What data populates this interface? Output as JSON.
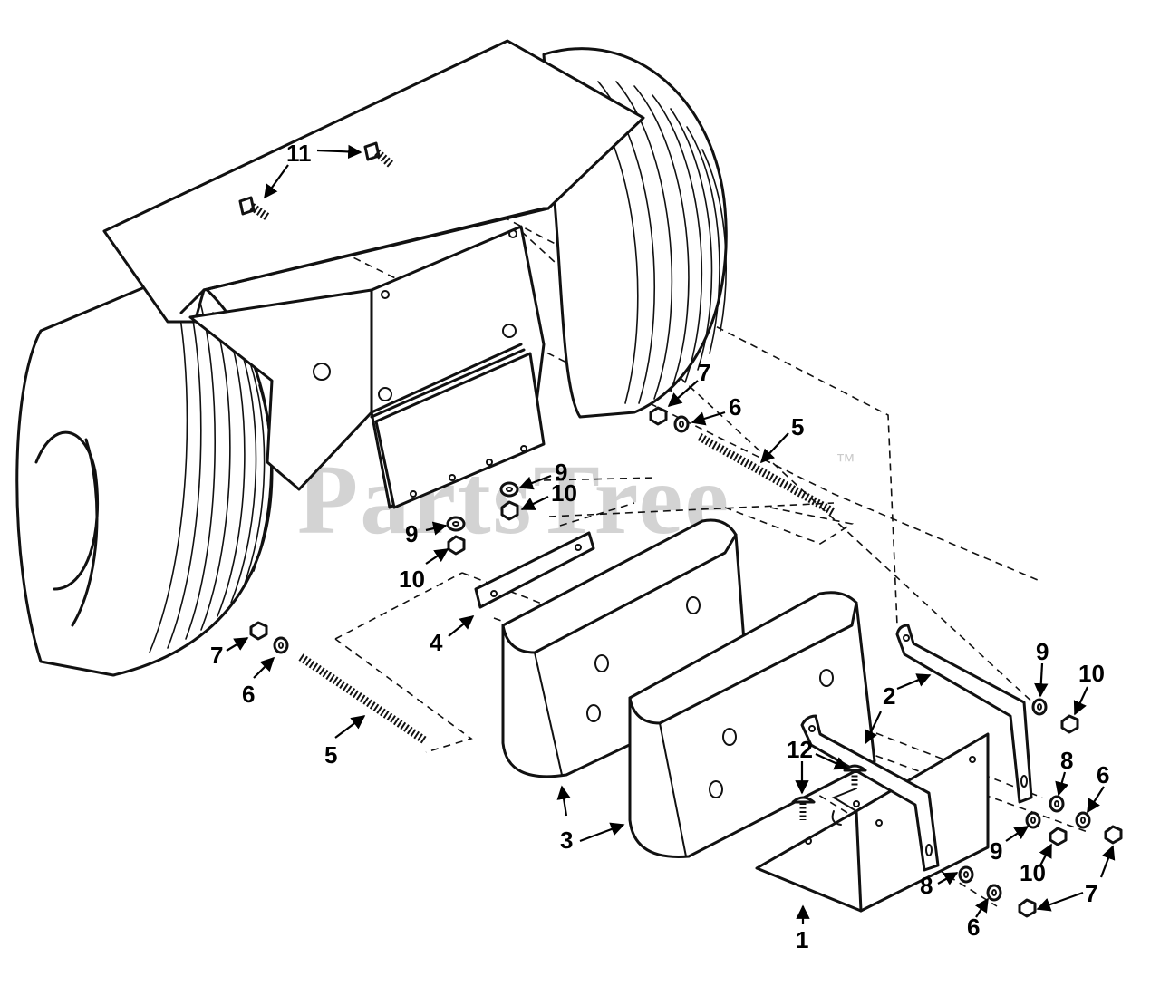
{
  "diagram": {
    "watermark": "PartsTree",
    "watermark_tm": "™",
    "callouts": [
      {
        "id": "c11a",
        "text": "11"
      },
      {
        "id": "c7a",
        "text": "7"
      },
      {
        "id": "c6a",
        "text": "6"
      },
      {
        "id": "c5a",
        "text": "5"
      },
      {
        "id": "c9a",
        "text": "9"
      },
      {
        "id": "c10a",
        "text": "10"
      },
      {
        "id": "c9b",
        "text": "9"
      },
      {
        "id": "c10b",
        "text": "10"
      },
      {
        "id": "c4",
        "text": "4"
      },
      {
        "id": "c7b",
        "text": "7"
      },
      {
        "id": "c6b",
        "text": "6"
      },
      {
        "id": "c5b",
        "text": "5"
      },
      {
        "id": "c2",
        "text": "2"
      },
      {
        "id": "c9c",
        "text": "9"
      },
      {
        "id": "c10c",
        "text": "10"
      },
      {
        "id": "c12",
        "text": "12"
      },
      {
        "id": "c8a",
        "text": "8"
      },
      {
        "id": "c6c",
        "text": "6"
      },
      {
        "id": "c9d",
        "text": "9"
      },
      {
        "id": "c10d",
        "text": "10"
      },
      {
        "id": "c7c",
        "text": "7"
      },
      {
        "id": "c3",
        "text": "3"
      },
      {
        "id": "c8b",
        "text": "8"
      },
      {
        "id": "c6d",
        "text": "6"
      },
      {
        "id": "c1",
        "text": "1"
      }
    ]
  }
}
